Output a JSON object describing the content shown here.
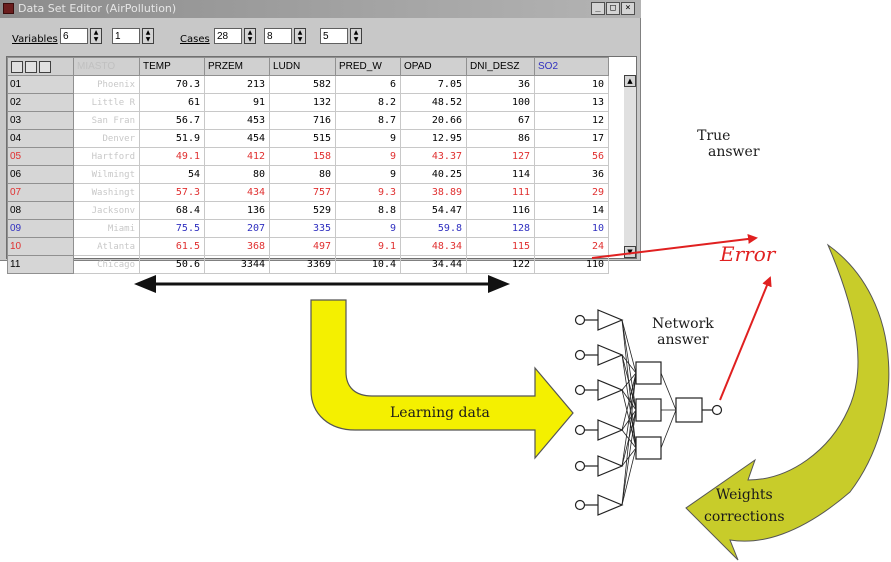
{
  "window": {
    "title": "Data Set Editor (AirPollution)",
    "buttons": [
      "_",
      "□",
      "×"
    ]
  },
  "toolbar": {
    "variables_label": "Variables",
    "variables_value": "6",
    "variables_second": "1",
    "cases_label": "Cases",
    "cases_value": "28",
    "cases_second": "8",
    "cases_third": "5"
  },
  "table": {
    "columns": [
      "MIASTO",
      "TEMP",
      "PRZEM",
      "LUDN",
      "PRED_W",
      "OPAD",
      "DNI_DESZ",
      "SO2"
    ],
    "rows": [
      {
        "id": "01",
        "city": "Phoenix",
        "vals": [
          "70.3",
          "213",
          "582",
          "6",
          "7.05",
          "36",
          "10"
        ],
        "style": "normal"
      },
      {
        "id": "02",
        "city": "Little R",
        "vals": [
          "61",
          "91",
          "132",
          "8.2",
          "48.52",
          "100",
          "13"
        ],
        "style": "normal"
      },
      {
        "id": "03",
        "city": "San Fran",
        "vals": [
          "56.7",
          "453",
          "716",
          "8.7",
          "20.66",
          "67",
          "12"
        ],
        "style": "normal"
      },
      {
        "id": "04",
        "city": "Denver",
        "vals": [
          "51.9",
          "454",
          "515",
          "9",
          "12.95",
          "86",
          "17"
        ],
        "style": "normal"
      },
      {
        "id": "05",
        "city": "Hartford",
        "vals": [
          "49.1",
          "412",
          "158",
          "9",
          "43.37",
          "127",
          "56"
        ],
        "style": "red"
      },
      {
        "id": "06",
        "city": "Wilmingt",
        "vals": [
          "54",
          "80",
          "80",
          "9",
          "40.25",
          "114",
          "36"
        ],
        "style": "normal"
      },
      {
        "id": "07",
        "city": "Washingt",
        "vals": [
          "57.3",
          "434",
          "757",
          "9.3",
          "38.89",
          "111",
          "29"
        ],
        "style": "red"
      },
      {
        "id": "08",
        "city": "Jacksonv",
        "vals": [
          "68.4",
          "136",
          "529",
          "8.8",
          "54.47",
          "116",
          "14"
        ],
        "style": "normal"
      },
      {
        "id": "09",
        "city": "Miami",
        "vals": [
          "75.5",
          "207",
          "335",
          "9",
          "59.8",
          "128",
          "10"
        ],
        "style": "blue"
      },
      {
        "id": "10",
        "city": "Atlanta",
        "vals": [
          "61.5",
          "368",
          "497",
          "9.1",
          "48.34",
          "115",
          "24"
        ],
        "style": "red"
      },
      {
        "id": "11",
        "city": "Chicago",
        "vals": [
          "50.6",
          "3344",
          "3369",
          "10.4",
          "34.44",
          "122",
          "110"
        ],
        "style": "normal"
      }
    ]
  },
  "diagram": {
    "true_answer": [
      "True",
      "answer"
    ],
    "error": "Error",
    "network_answer": [
      "Network",
      "answer"
    ],
    "learning_data": "Learning data",
    "weights_corrections": [
      "Weights",
      "corrections"
    ],
    "colors": {
      "arrow_fill": "#f4f000",
      "arrow_stroke": "#555555",
      "error_red": "#e02020",
      "big_arrow_green": "#c8cc2a"
    }
  }
}
